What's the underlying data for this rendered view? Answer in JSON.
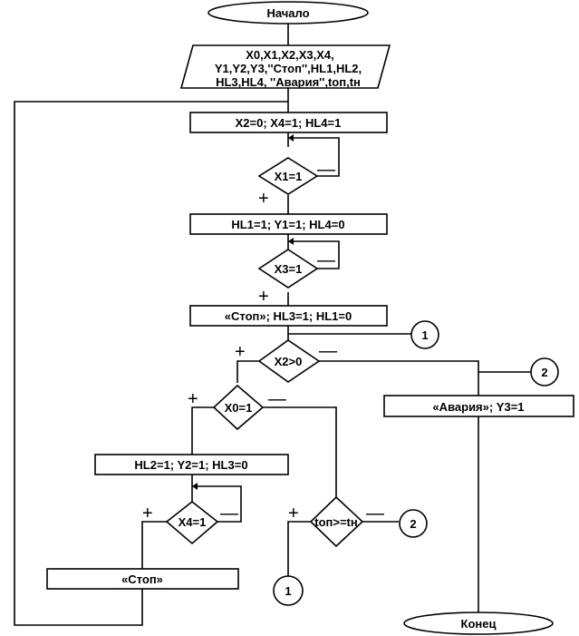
{
  "flowchart": {
    "start": "Начало",
    "io_block": {
      "line1": "X0,X1,X2,X3,X4,",
      "line2": "Y1,Y2,Y3,''Стоп'',HL1,HL2,",
      "line3": "HL3,HL4, ''Авария'',tоп,tн"
    },
    "process_init": "X2=0; X4=1; HL4=1",
    "decision_x1": "X1=1",
    "process_hl1": "HL1=1; Y1=1; HL4=0",
    "decision_x3": "X3=1",
    "process_stop": "«Стоп»; HL3=1; HL1=0",
    "decision_x2": "X2>0",
    "decision_x0": "X0=1",
    "process_alarm": "«Авария»; Y3=1",
    "process_hl2": "HL2=1; Y2=1; HL3=0",
    "decision_x4": "X4=1",
    "decision_time": "tоп>=tн",
    "process_stop2": "«Стоп»",
    "end": "Конец",
    "connector_1": "1",
    "connector_2": "2",
    "sign_plus": "+",
    "sign_minus": "—"
  }
}
